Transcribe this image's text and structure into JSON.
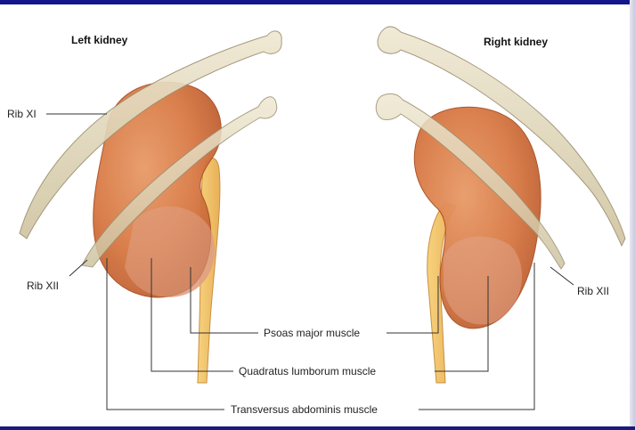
{
  "titles": {
    "left": "Left kidney",
    "right": "Right kidney"
  },
  "labels": {
    "rib_xi": "Rib XI",
    "rib_xii_left": "Rib XII",
    "rib_xii_right": "Rib XII",
    "psoas": "Psoas major muscle",
    "quadratus": "Quadratus lumborum muscle",
    "transversus": "Transversus abdominis muscle"
  },
  "colors": {
    "frame_accent": "#14148c",
    "kidney": "#d9743e",
    "rib": "#e6dcc0",
    "muscle": "#f0c070"
  }
}
